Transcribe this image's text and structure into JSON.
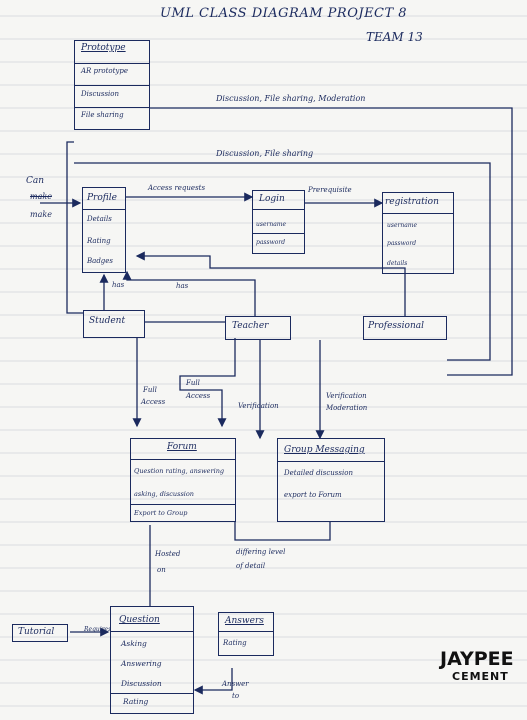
{
  "header": {
    "title": "UML CLASS DIAGRAM PROJECT 8",
    "team": "TEAM 13"
  },
  "classes": {
    "prototype": {
      "name": "Prototype",
      "attrs": [
        "AR prototype",
        "Discussion",
        "File sharing"
      ]
    },
    "profile": {
      "name": "Profile",
      "attrs": [
        "Details",
        "Rating",
        "Badges"
      ]
    },
    "login": {
      "name": "Login",
      "attrs": [
        "username",
        "password"
      ]
    },
    "registration": {
      "name": "registration",
      "attrs": [
        "username",
        "password",
        "details"
      ]
    },
    "student": {
      "name": "Student"
    },
    "teacher": {
      "name": "Teacher"
    },
    "professional": {
      "name": "Professional"
    },
    "forum": {
      "name": "Forum",
      "attrs": [
        "Question rating, answering",
        "asking, discussion",
        "Export to Group"
      ]
    },
    "group_messaging": {
      "name": "Group Messaging",
      "attrs": [
        "Detailed discussion",
        "export to Forum"
      ]
    },
    "question": {
      "name": "Question",
      "attrs": [
        "Asking",
        "Answering",
        "Discussion",
        "Rating"
      ]
    },
    "answers": {
      "name": "Answers",
      "attrs": [
        "Rating"
      ]
    },
    "tutorial": {
      "name": "Tutorial"
    }
  },
  "labels": {
    "proto_top": "Discussion, File sharing, Moderation",
    "proto_mid": "Discussion, File sharing",
    "can_make_1": "Can",
    "can_make_2": "make",
    "can_make_3": "make",
    "access_requests": "Access requests",
    "prerequisite": "Prerequisite",
    "has_1": "has",
    "has_2": "has",
    "full_access_1": "Full",
    "full_access_2": "Access",
    "full_access_3": "Full",
    "full_access_4": "Access",
    "verification": "Verification",
    "verif_mod_1": "Verification",
    "verif_mod_2": "Moderation",
    "hosted_1": "Hosted",
    "hosted_2": "on",
    "differing_1": "differing level",
    "differing_2": "of detail",
    "requires": "Requires",
    "answer_to_1": "Answer",
    "answer_to_2": "to"
  },
  "logo": {
    "line1": "JAYPEE",
    "line2": "CEMENT"
  },
  "colors": {
    "ink": "#1b2a5e",
    "paper": "#f6f6f4",
    "rule": "#cfd3d8"
  }
}
